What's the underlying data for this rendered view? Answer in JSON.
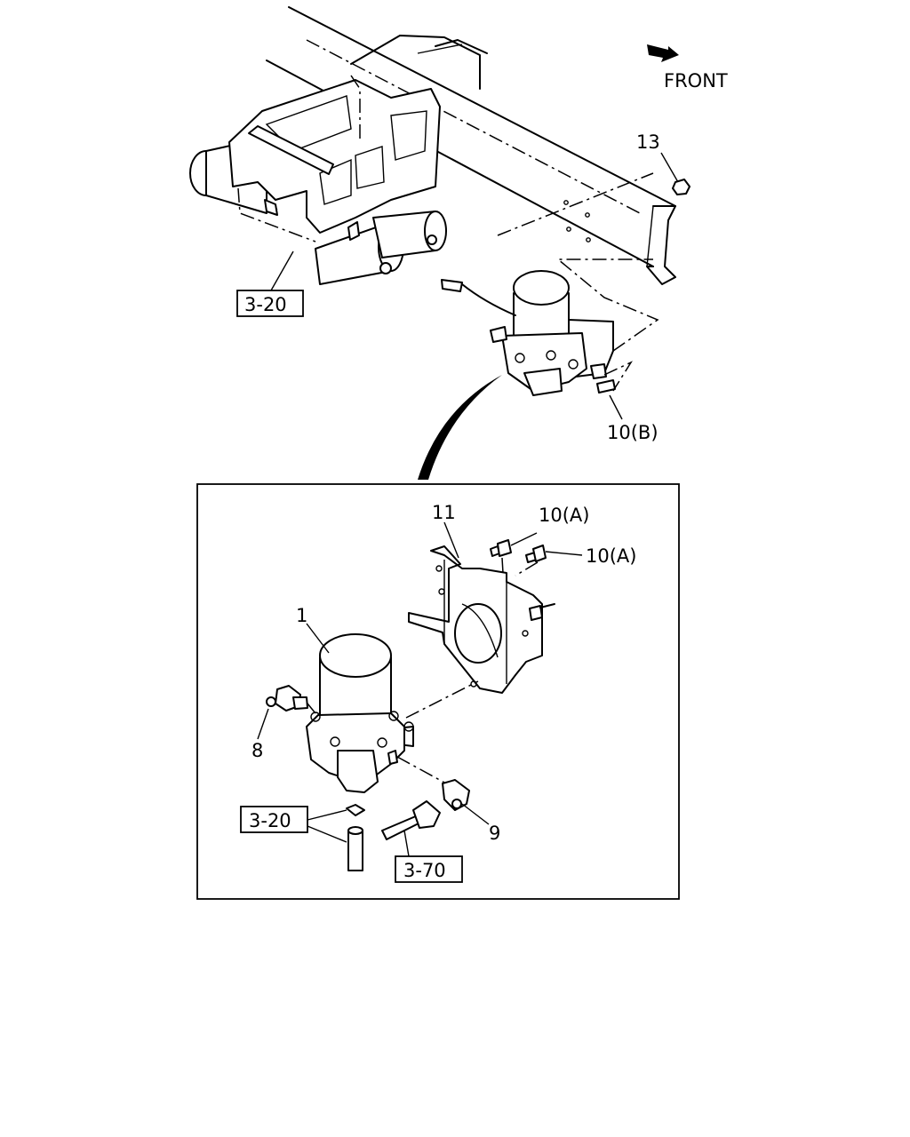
{
  "labels": {
    "front": "FRONT",
    "part_13": "13",
    "ref_3_20_top": "3-20",
    "part_10b": "10(B)",
    "part_11": "11",
    "part_10a_1": "10(A)",
    "part_10a_2": "10(A)",
    "part_1": "1",
    "part_8": "8",
    "part_9": "9",
    "ref_3_20_bottom": "3-20",
    "ref_3_70": "3-70"
  }
}
